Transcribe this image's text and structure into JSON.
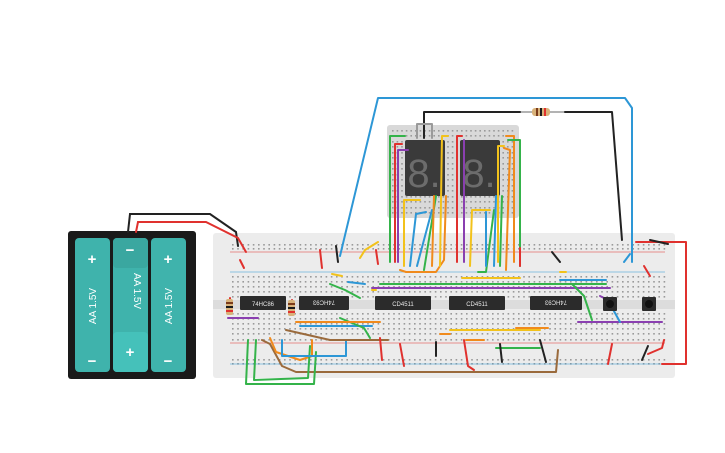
{
  "battery_pack": {
    "cells": [
      {
        "label": "AA 1.5V",
        "top_symbol": "+",
        "bottom_symbol": "−"
      },
      {
        "label": "AA 1.5V",
        "top_symbol": "−",
        "bottom_symbol": "+"
      },
      {
        "label": "AA 1.5V",
        "top_symbol": "+",
        "bottom_symbol": "−"
      }
    ]
  },
  "chips": [
    {
      "label": "74HC86"
    },
    {
      "label": "74HC93"
    },
    {
      "label": "CD4511"
    },
    {
      "label": "CD4511"
    },
    {
      "label": "74HC93"
    }
  ],
  "displays": [
    {
      "digit": "8."
    },
    {
      "digit": "8."
    }
  ],
  "colors": {
    "breadboard": "#e9e9e9",
    "display_board": "#d9d9d9",
    "battery_cell": "#3fb3ac",
    "wire_red": "#e0312e",
    "wire_blue": "#2d97d6",
    "wire_green": "#34b34a",
    "wire_yellow": "#f2c21b",
    "wire_orange": "#f08a1c",
    "wire_purple": "#8a3fb0",
    "wire_brown": "#9a6a3c",
    "wire_black": "#222222",
    "wire_gray": "#9a9a9a"
  }
}
